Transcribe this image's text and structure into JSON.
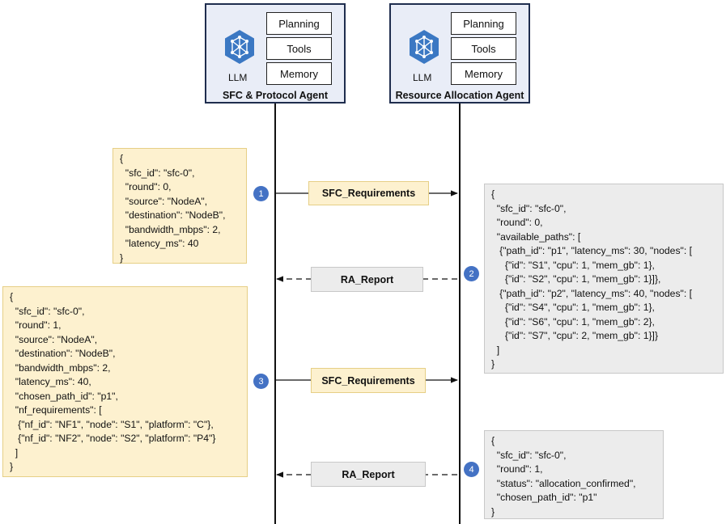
{
  "agents": [
    {
      "name": "SFC & Protocol Agent",
      "llm_label": "LLM",
      "capabilities": [
        "Planning",
        "Tools",
        "Memory"
      ],
      "icon": "llm-network-icon"
    },
    {
      "name": "Resource Allocation Agent",
      "llm_label": "LLM",
      "capabilities": [
        "Planning",
        "Tools",
        "Memory"
      ],
      "icon": "llm-network-icon"
    }
  ],
  "messages": [
    {
      "step": "1",
      "label": "SFC_Requirements",
      "direction": "right",
      "style": "solid"
    },
    {
      "step": "2",
      "label": "RA_Report",
      "direction": "left",
      "style": "dashed"
    },
    {
      "step": "3",
      "label": "SFC_Requirements",
      "direction": "right",
      "style": "solid"
    },
    {
      "step": "4",
      "label": "RA_Report",
      "direction": "left",
      "style": "dashed"
    }
  ],
  "payloads": {
    "p1": "{\n  \"sfc_id\": \"sfc-0\",\n  \"round\": 0,\n  \"source\": \"NodeA\",\n  \"destination\": \"NodeB\",\n  \"bandwidth_mbps\": 2,\n  \"latency_ms\": 40\n}",
    "p2": "{\n  \"sfc_id\": \"sfc-0\",\n  \"round\": 0,\n  \"available_paths\": [\n   {\"path_id\": \"p1\", \"latency_ms\": 30, \"nodes\": [\n     {\"id\": \"S1\", \"cpu\": 1, \"mem_gb\": 1},\n     {\"id\": \"S2\", \"cpu\": 1, \"mem_gb\": 1}]},\n   {\"path_id\": \"p2\", \"latency_ms\": 40, \"nodes\": [\n     {\"id\": \"S4\", \"cpu\": 1, \"mem_gb\": 1},\n     {\"id\": \"S6\", \"cpu\": 1, \"mem_gb\": 2},\n     {\"id\": \"S7\", \"cpu\": 2, \"mem_gb\": 1}]}\n  ]\n}",
    "p3": "{\n  \"sfc_id\": \"sfc-0\",\n  \"round\": 1,\n  \"source\": \"NodeA\",\n  \"destination\": \"NodeB\",\n  \"bandwidth_mbps\": 2,\n  \"latency_ms\": 40,\n  \"chosen_path_id\": \"p1\",\n  \"nf_requirements\": [\n   {\"nf_id\": \"NF1\", \"node\": \"S1\", \"platform\": \"C\"},\n   {\"nf_id\": \"NF2\", \"node\": \"S2\", \"platform\": \"P4\"}\n  ]\n}",
    "p4": "{\n  \"sfc_id\": \"sfc-0\",\n  \"round\": 1,\n  \"status\": \"allocation_confirmed\",\n  \"chosen_path_id\": \"p1\"\n}"
  },
  "colors": {
    "agent_fill": "#e9edf7",
    "agent_border": "#1f2d4e",
    "request_fill": "#fdf1cf",
    "report_fill": "#ececec",
    "step_badge": "#4472c4",
    "llm_icon": "#3b78c3"
  }
}
